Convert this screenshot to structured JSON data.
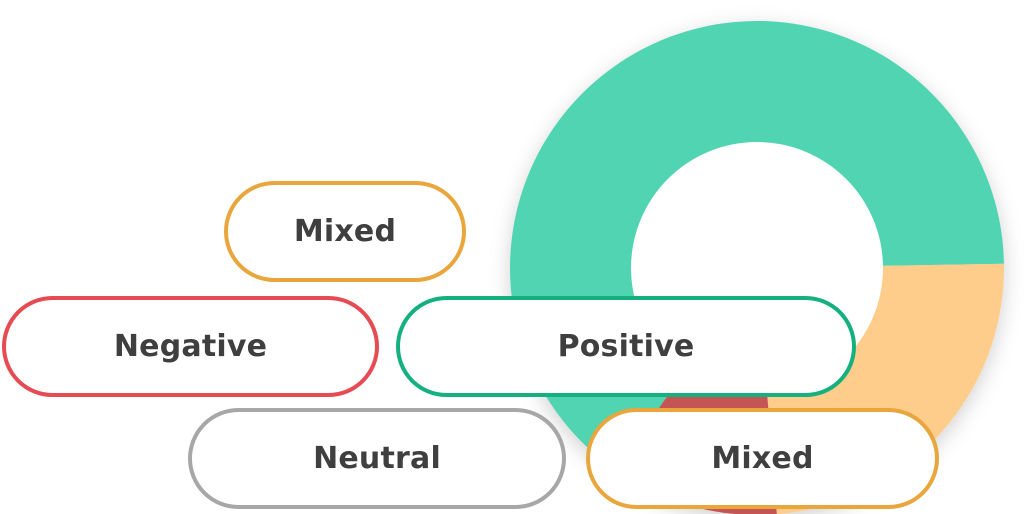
{
  "chart_data": {
    "type": "pie",
    "variant": "donut",
    "slices": [
      {
        "label": "Positive",
        "value": 65,
        "color": "#51d4b1"
      },
      {
        "label": "Mixed",
        "value": 24,
        "color": "#fecc8b"
      },
      {
        "label": "Negative",
        "value": 11,
        "color": "#c55454"
      }
    ]
  },
  "pills": {
    "mixed_top": {
      "label": "Mixed",
      "color": "#e8a63c"
    },
    "negative": {
      "label": "Negative",
      "color": "#e64a52"
    },
    "positive": {
      "label": "Positive",
      "color": "#14b07e"
    },
    "neutral": {
      "label": "Neutral",
      "color": "#a7a7a7"
    },
    "mixed_bottom": {
      "label": "Mixed",
      "color": "#e8a63c"
    }
  }
}
